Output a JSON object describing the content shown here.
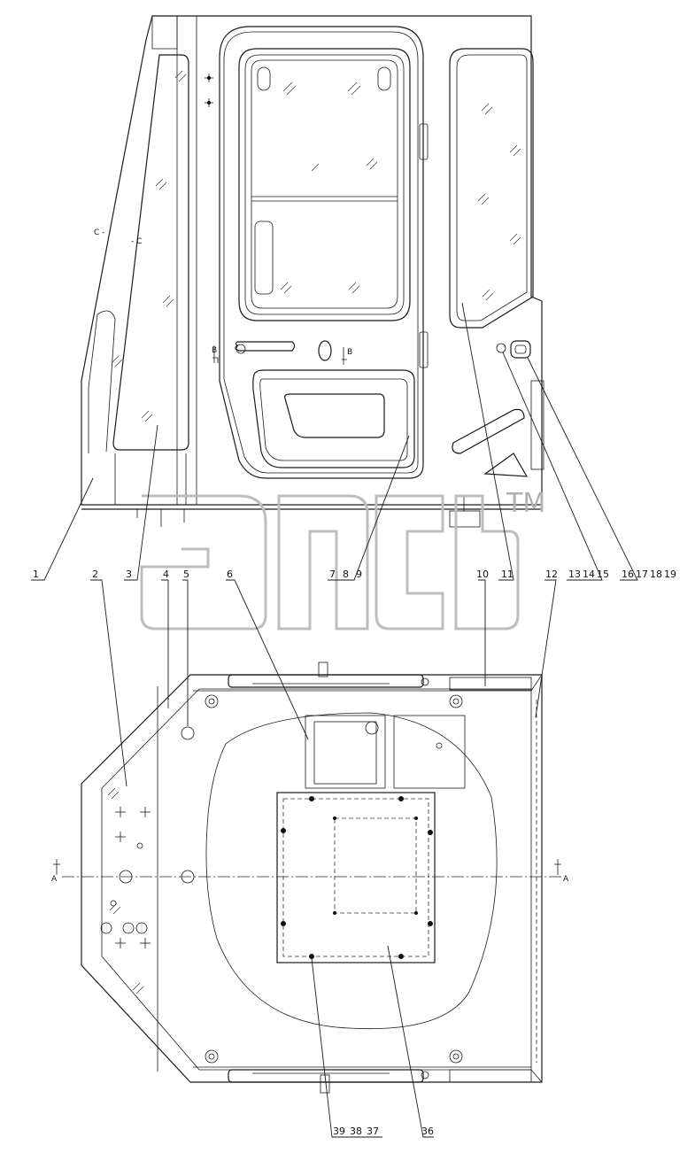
{
  "watermark": {
    "trademark": "TM"
  },
  "section_marks": {
    "a_left": "A",
    "a_right": "A",
    "b_left": "B",
    "b_right": "B"
  },
  "callouts": {
    "c1": "1",
    "c2": "2",
    "c3": "3",
    "c4": "4",
    "c5": "5",
    "c6": "6",
    "c7": "7",
    "c8": "8",
    "c9": "9",
    "c10": "10",
    "c11": "11",
    "c12": "12",
    "c13": "13",
    "c14": "14",
    "c15": "15",
    "c16": "16",
    "c17": "17",
    "c18": "18",
    "c19": "19",
    "c36": "36",
    "c37": "37",
    "c38": "38",
    "c39": "39"
  },
  "colors": {
    "line": "#1a1a1a",
    "watermark": "#bdbdbd",
    "background": "#ffffff"
  }
}
